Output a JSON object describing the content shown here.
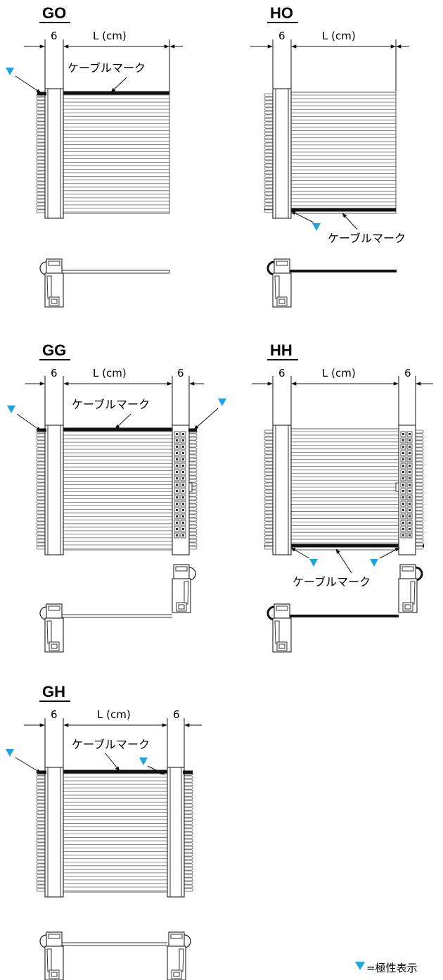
{
  "figures": [
    {
      "id": "GO",
      "title": "GO",
      "dim_left": "6",
      "dim_length": "L (cm)",
      "dim_right": "",
      "mark_label": "ケーブルマーク"
    },
    {
      "id": "HO",
      "title": "HO",
      "dim_left": "6",
      "dim_length": "L (cm)",
      "dim_right": "",
      "mark_label": "ケーブルマーク"
    },
    {
      "id": "GG",
      "title": "GG",
      "dim_left": "6",
      "dim_length": "L (cm)",
      "dim_right": "6",
      "mark_label": "ケーブルマーク"
    },
    {
      "id": "HH",
      "title": "HH",
      "dim_left": "6",
      "dim_length": "L (cm)",
      "dim_right": "6",
      "mark_label": "ケーブルマーク"
    },
    {
      "id": "GH",
      "title": "GH",
      "dim_left": "6",
      "dim_length": "L (cm)",
      "dim_right": "6",
      "mark_label": "ケーブルマーク"
    }
  ],
  "legend": {
    "symbol": "▼",
    "text": "=極性表示"
  },
  "colors": {
    "polarity": "#1ea5e0",
    "line": "#111111",
    "cable": "#555555"
  }
}
